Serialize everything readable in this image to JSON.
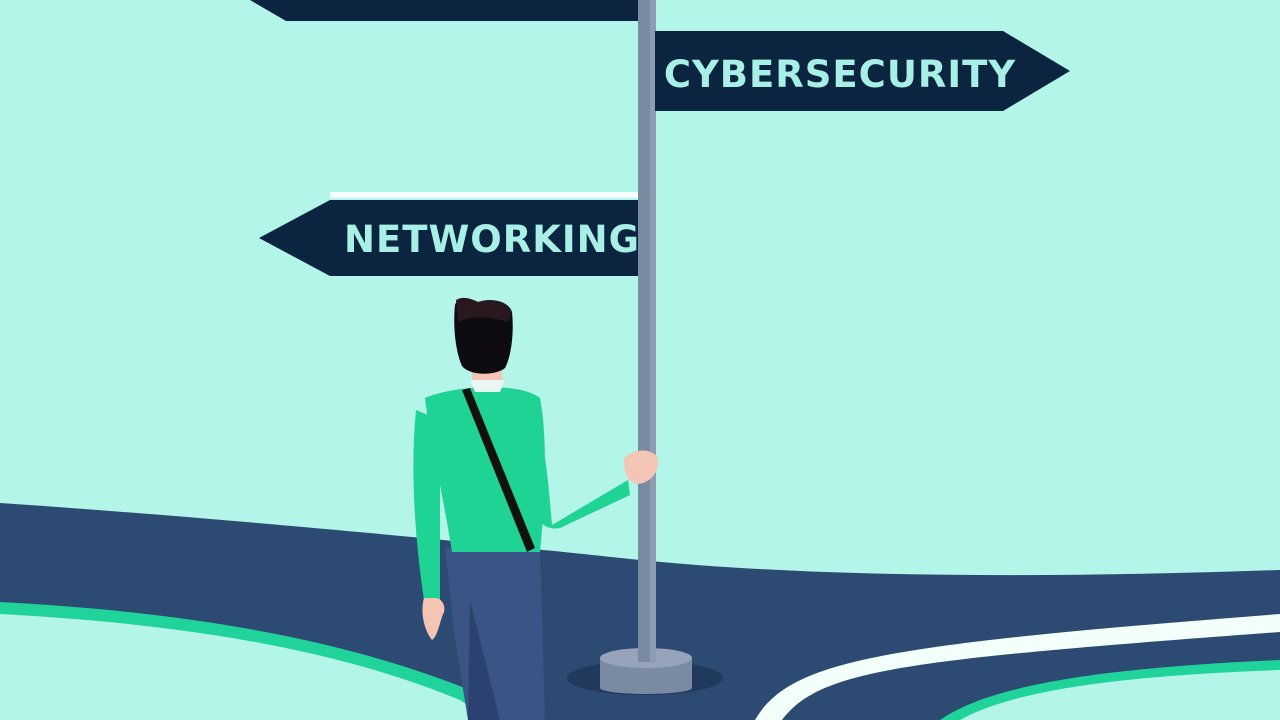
{
  "illustration": {
    "signs": [
      {
        "id": "top-left",
        "label": ""
      },
      {
        "id": "right",
        "label": "CYBERSECURITY"
      },
      {
        "id": "left",
        "label": "NETWORKING"
      }
    ]
  },
  "colors": {
    "background": "#b3f5e9",
    "sign": "#0b2440",
    "sign_text": "#a8efe6",
    "pole": "#7b8aa3",
    "road": "#2d4a72",
    "road_edge": "#1fd39a",
    "road_line": "#f2fffb",
    "shirt": "#1fd395",
    "hair": "#120d14",
    "skin": "#f4c4b5",
    "pants": "#3a5485"
  }
}
